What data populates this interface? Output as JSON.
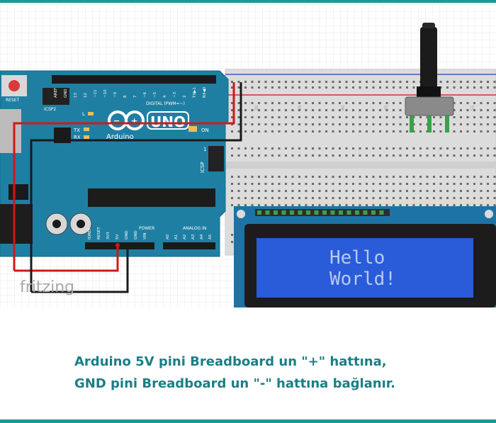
{
  "colors": {
    "accent": "#1a9a93",
    "caption": "#1a7f86",
    "arduino_board": "#1f7fa3",
    "lcd_screen": "#2a5bd8",
    "lcd_text": "#b8c9f5",
    "wire_red": "#d01818",
    "wire_black": "#1a1a1a"
  },
  "arduino": {
    "logo_text": "UNO",
    "brand": "Arduino",
    "reset_label": "RESET",
    "icsp2_label": "ICSP2",
    "icsp_label": "ICSP",
    "digital_label": "DIGITAL (PWM=~)",
    "analog_label": "ANALOG IN",
    "power_label": "POWER",
    "on_label": "ON",
    "tx_label": "TX",
    "rx_label": "RX",
    "l_label": "L",
    "icsp_pin_number": "1",
    "digital_pins": [
      "AREF",
      "GND",
      "13",
      "12",
      "~11",
      "~10",
      "~9",
      "8",
      "7",
      "~6",
      "~5",
      "4",
      "~3",
      "2",
      "TX▶1",
      "RX◀0"
    ],
    "power_pins": [
      "IOREF",
      "RESET",
      "3V3",
      "5V",
      "GND",
      "GND",
      "VIN"
    ],
    "analog_pins": [
      "A0",
      "A1",
      "A2",
      "A3",
      "A4",
      "A5"
    ]
  },
  "breadboard": {
    "column_numbers": [
      "30",
      "35",
      "40",
      "45",
      "50",
      "55"
    ]
  },
  "lcd": {
    "line1": "Hello",
    "line2": "World!"
  },
  "watermark": "fritzing",
  "caption": {
    "line1": "Arduino 5V pini Breadboard un \"+\" hattına,",
    "line2": "GND pini Breadboard un \"-\" hattına bağlanır."
  }
}
